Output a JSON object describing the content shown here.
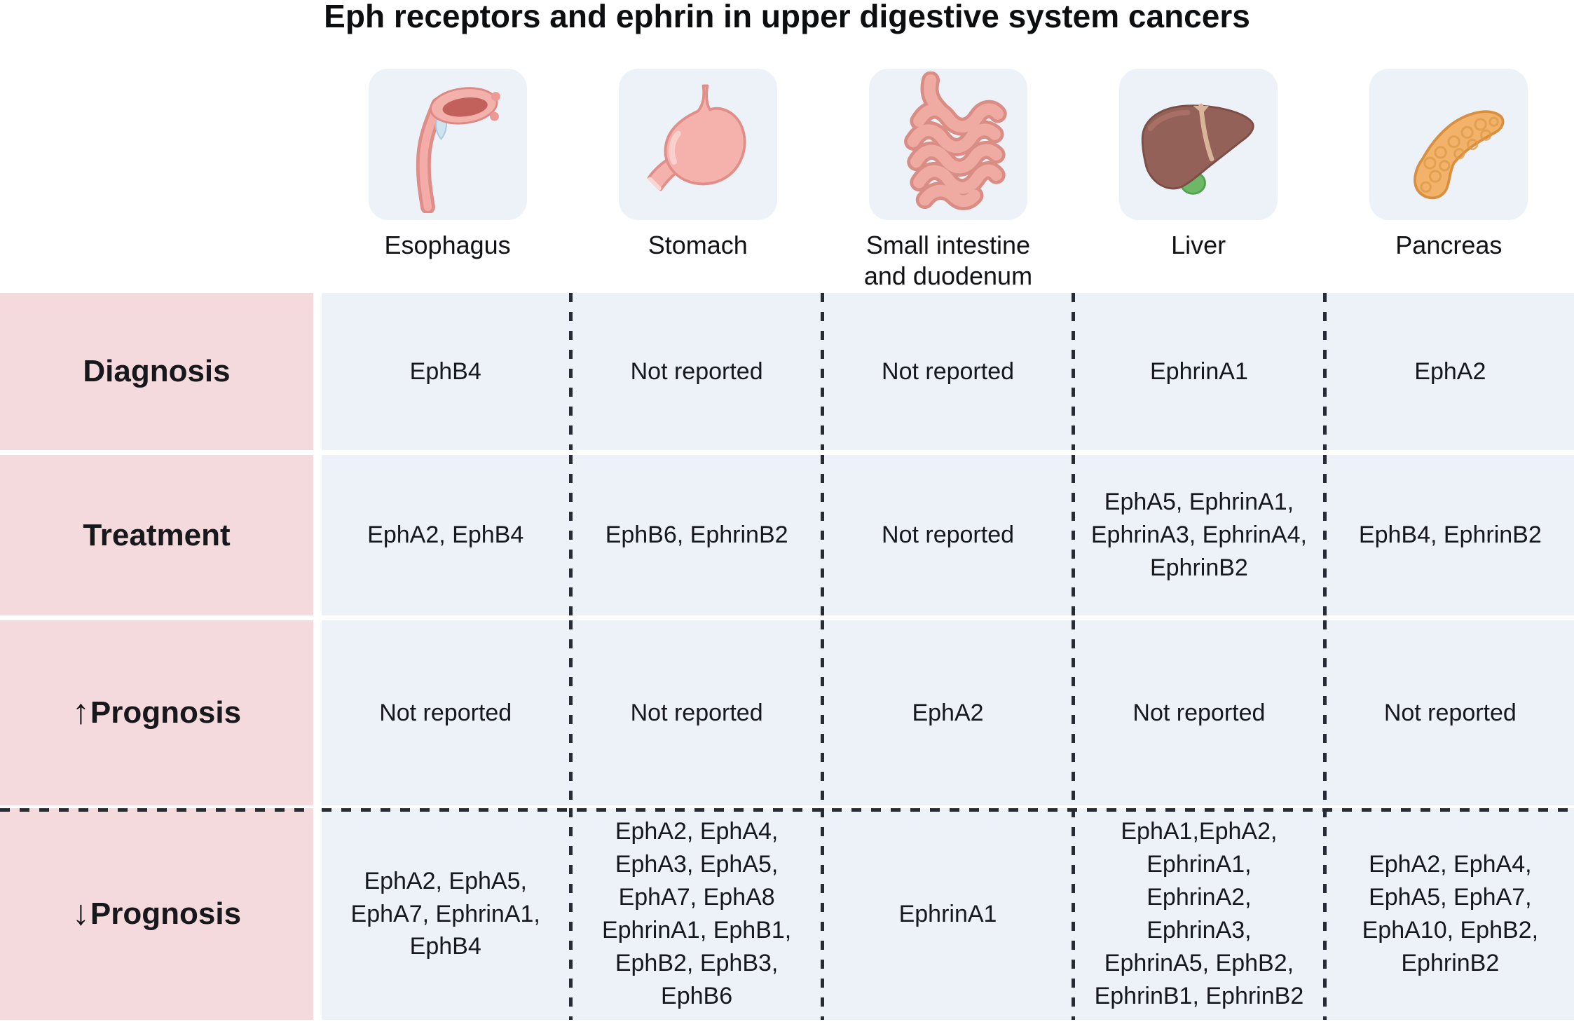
{
  "title": "Eph receptors and ephrin in upper digestive system cancers",
  "columns": [
    {
      "label": "Esophagus",
      "icon": "esophagus-icon"
    },
    {
      "label": "Stomach",
      "icon": "stomach-icon"
    },
    {
      "label": "Small intestine\nand duodenum",
      "icon": "small-intestine-icon"
    },
    {
      "label": "Liver",
      "icon": "liver-icon"
    },
    {
      "label": "Pancreas",
      "icon": "pancreas-icon"
    }
  ],
  "rows": [
    {
      "label": "Diagnosis",
      "arrow": "",
      "cells": [
        "EphB4",
        "Not reported",
        "Not reported",
        "EphrinA1",
        "EphA2"
      ]
    },
    {
      "label": "Treatment",
      "arrow": "",
      "cells": [
        "EphA2, EphB4",
        "EphB6, EphrinB2",
        "Not reported",
        "EphA5, EphrinA1,\nEphrinA3, EphrinA4,\nEphrinB2",
        "EphB4, EphrinB2"
      ]
    },
    {
      "label": "Prognosis",
      "arrow": "↑",
      "cells": [
        "Not reported",
        "Not reported",
        "EphA2",
        "Not reported",
        "Not reported"
      ]
    },
    {
      "label": "Prognosis",
      "arrow": "↓",
      "cells": [
        "EphA2, EphA5,\nEphA7, EphrinA1,\nEphB4",
        "EphA2, EphA4,\nEphA3, EphA5,\nEphA7, EphA8\nEphrinA1, EphB1,\nEphB2, EphB3,\nEphB6",
        "EphrinA1",
        "EphA1,EphA2,\nEphrinA1,\nEphrinA2,\nEphrinA3,\nEphrinA5, EphB2,\nEphrinB1, EphrinB2",
        "EphA2, EphA4,\nEphA5, EphA7,\nEphA10, EphB2,\nEphrinB2"
      ]
    }
  ],
  "colors": {
    "row_label_bg": "#f4d9dd",
    "cell_bg": "#edf1f8",
    "icon_box_bg": "#edf2f9",
    "dashed_line": "#262b36",
    "esophagus_pink": "#f0a9a4",
    "stomach_pink": "#f5b2ad",
    "intestine_pink": "#efaaa2",
    "liver_brown": "#936158",
    "gallbladder_green": "#6cb866",
    "pancreas_orange": "#f2b269"
  }
}
